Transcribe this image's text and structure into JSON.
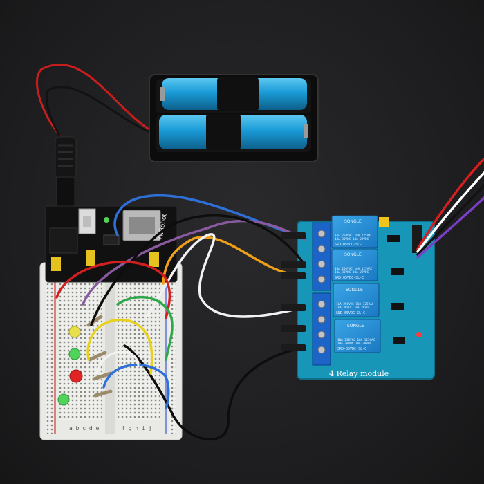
{
  "relay_board": {
    "label": "4 Relay module",
    "relay_brand": "SONGLE",
    "relay_model": "SRD-05VDC-SL-C",
    "relay_ratings": [
      "10A 250VAC  10A 125VAC",
      "10A 30VDC   10A 28VDC"
    ]
  },
  "power_module": {
    "brand_text": "YwRobot"
  },
  "breadboard": {
    "column_letters_left": "a b c d e",
    "column_letters_right": "f g h i j"
  },
  "colors": {
    "battery": "#1a9bd7",
    "relay_body": "#1f8fd6",
    "pcb": "#1796b8",
    "led_yellow": "#e8e04a",
    "led_green": "#4fd35a",
    "led_red": "#e02424"
  }
}
